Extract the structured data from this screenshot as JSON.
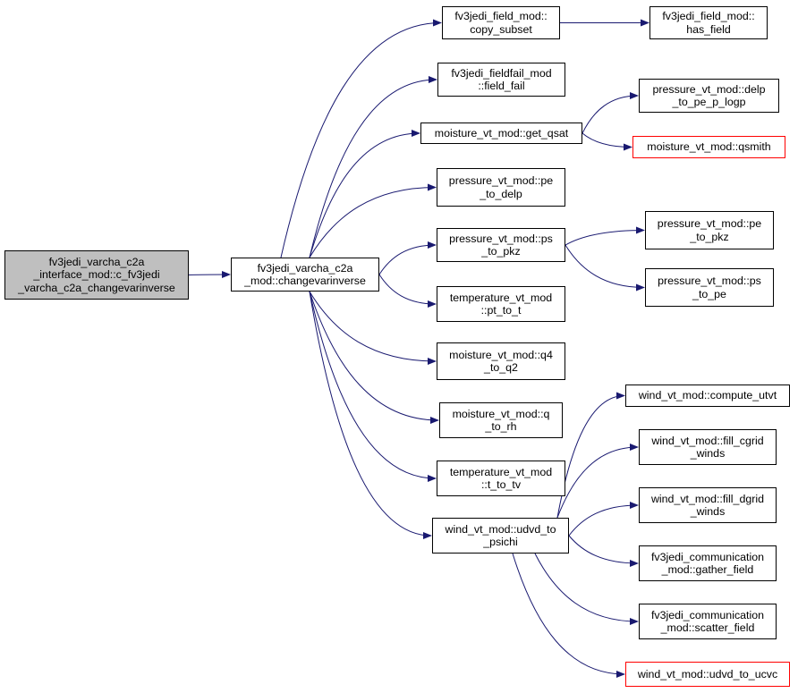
{
  "colors": {
    "edge": "#191970",
    "node_border": "#000000",
    "root_fill": "#bfbfbf",
    "external_border": "#ff0000"
  },
  "nodes": {
    "root": {
      "lines": [
        "fv3jedi_varcha_c2a",
        "_interface_mod::c_fv3jedi",
        "_varcha_c2a_changevarinverse"
      ]
    },
    "main": {
      "lines": [
        "fv3jedi_varcha_c2a",
        "_mod::changevarinverse"
      ]
    },
    "copy_subset": {
      "lines": [
        "fv3jedi_field_mod::",
        "copy_subset"
      ]
    },
    "has_field": {
      "lines": [
        "fv3jedi_field_mod::",
        "has_field"
      ]
    },
    "field_fail": {
      "lines": [
        "fv3jedi_fieldfail_mod",
        "::field_fail"
      ]
    },
    "get_qsat": {
      "lines": [
        "moisture_vt_mod::get_qsat"
      ]
    },
    "delp_to_pe": {
      "lines": [
        "pressure_vt_mod::delp",
        "_to_pe_p_logp"
      ]
    },
    "qsmith": {
      "lines": [
        "moisture_vt_mod::qsmith"
      ]
    },
    "pe_to_delp": {
      "lines": [
        "pressure_vt_mod::pe",
        "_to_delp"
      ]
    },
    "ps_to_pkz": {
      "lines": [
        "pressure_vt_mod::ps",
        "_to_pkz"
      ]
    },
    "pe_to_pkz": {
      "lines": [
        "pressure_vt_mod::pe",
        "_to_pkz"
      ]
    },
    "ps_to_pe": {
      "lines": [
        "pressure_vt_mod::ps",
        "_to_pe"
      ]
    },
    "pt_to_t": {
      "lines": [
        "temperature_vt_mod",
        "::pt_to_t"
      ]
    },
    "q4_to_q2": {
      "lines": [
        "moisture_vt_mod::q4",
        "_to_q2"
      ]
    },
    "q_to_rh": {
      "lines": [
        "moisture_vt_mod::q",
        "_to_rh"
      ]
    },
    "t_to_tv": {
      "lines": [
        "temperature_vt_mod",
        "::t_to_tv"
      ]
    },
    "udvd_to_psichi": {
      "lines": [
        "wind_vt_mod::udvd_to",
        "_psichi"
      ]
    },
    "compute_utvt": {
      "lines": [
        "wind_vt_mod::compute_utvt"
      ]
    },
    "fill_cgrid": {
      "lines": [
        "wind_vt_mod::fill_cgrid",
        "_winds"
      ]
    },
    "fill_dgrid": {
      "lines": [
        "wind_vt_mod::fill_dgrid",
        "_winds"
      ]
    },
    "gather_field": {
      "lines": [
        "fv3jedi_communication",
        "_mod::gather_field"
      ]
    },
    "scatter_field": {
      "lines": [
        "fv3jedi_communication",
        "_mod::scatter_field"
      ]
    },
    "udvd_to_ucvc": {
      "lines": [
        "wind_vt_mod::udvd_to_ucvc"
      ]
    }
  },
  "edges": [
    [
      "root",
      "main"
    ],
    [
      "main",
      "copy_subset"
    ],
    [
      "main",
      "field_fail"
    ],
    [
      "main",
      "get_qsat"
    ],
    [
      "main",
      "pe_to_delp"
    ],
    [
      "main",
      "ps_to_pkz"
    ],
    [
      "main",
      "pt_to_t"
    ],
    [
      "main",
      "q4_to_q2"
    ],
    [
      "main",
      "q_to_rh"
    ],
    [
      "main",
      "t_to_tv"
    ],
    [
      "main",
      "udvd_to_psichi"
    ],
    [
      "copy_subset",
      "has_field"
    ],
    [
      "get_qsat",
      "delp_to_pe"
    ],
    [
      "get_qsat",
      "qsmith"
    ],
    [
      "ps_to_pkz",
      "pe_to_pkz"
    ],
    [
      "ps_to_pkz",
      "ps_to_pe"
    ],
    [
      "udvd_to_psichi",
      "compute_utvt"
    ],
    [
      "udvd_to_psichi",
      "fill_cgrid"
    ],
    [
      "udvd_to_psichi",
      "fill_dgrid"
    ],
    [
      "udvd_to_psichi",
      "gather_field"
    ],
    [
      "udvd_to_psichi",
      "scatter_field"
    ],
    [
      "udvd_to_psichi",
      "udvd_to_ucvc"
    ]
  ]
}
